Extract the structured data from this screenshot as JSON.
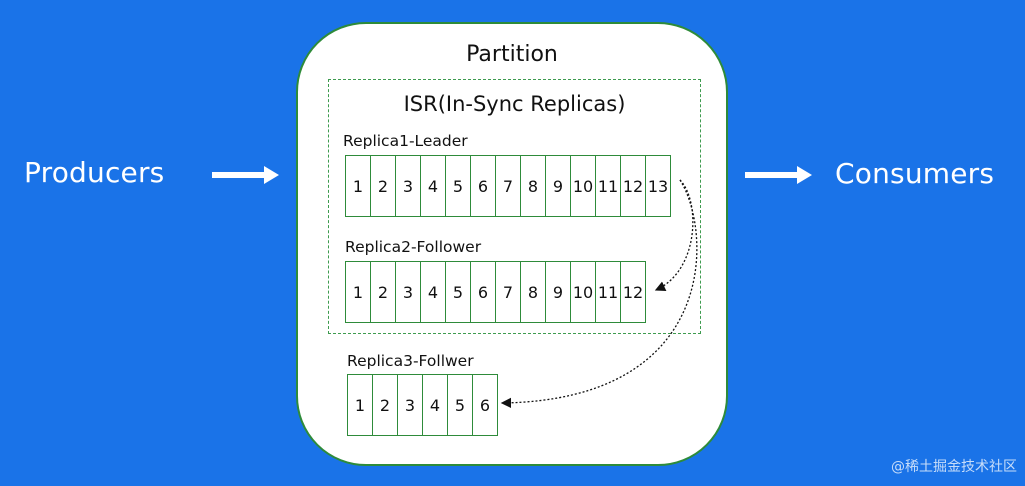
{
  "producers": "Producers",
  "consumers": "Consumers",
  "partition": {
    "title": "Partition",
    "isr_title": "ISR(In-Sync Replicas)",
    "replicas": [
      {
        "label": "Replica1-Leader",
        "offsets": [
          "1",
          "2",
          "3",
          "4",
          "5",
          "6",
          "7",
          "8",
          "9",
          "10",
          "11",
          "12",
          "13"
        ]
      },
      {
        "label": "Replica2-Follower",
        "offsets": [
          "1",
          "2",
          "3",
          "4",
          "5",
          "6",
          "7",
          "8",
          "9",
          "10",
          "11",
          "12"
        ]
      },
      {
        "label": "Replica3-Follwer",
        "offsets": [
          "1",
          "2",
          "3",
          "4",
          "5",
          "6"
        ]
      }
    ]
  },
  "watermark": "@稀土掘金技术社区",
  "colors": {
    "background": "#1a73e8",
    "border": "#2e8b3a",
    "text": "#111111"
  }
}
